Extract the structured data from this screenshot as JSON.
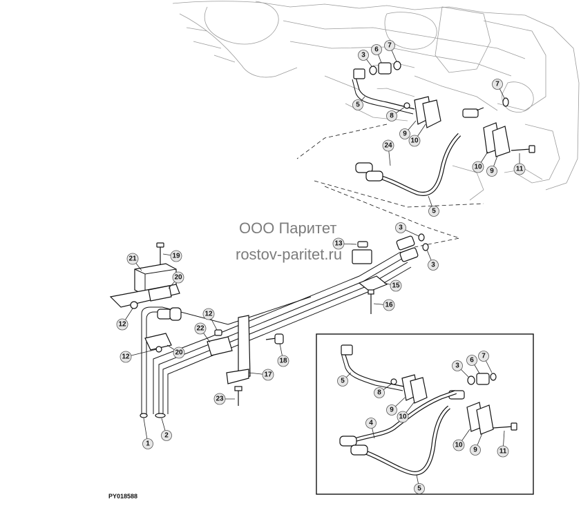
{
  "watermark": {
    "line1": "ООО Паритет",
    "line2": "rostov-paritet.ru"
  },
  "figure_reference": "PY018588",
  "callouts": {
    "c3a": "3",
    "c6a": "6",
    "c7a": "7",
    "c5a": "5",
    "c8a": "8",
    "c7b": "7",
    "c9a": "9",
    "c10a": "10",
    "c24": "24",
    "c10b": "10",
    "c9b": "9",
    "c11a": "11",
    "c5b": "5",
    "c3b": "3",
    "c13": "13",
    "c3c": "3",
    "c15": "15",
    "c16": "16",
    "c21": "21",
    "c19": "19",
    "c20a": "20",
    "c12a": "12",
    "c12b": "12",
    "c22": "22",
    "c12c": "12",
    "c20b": "20",
    "c18": "18",
    "c17": "17",
    "c23": "23",
    "c1": "1",
    "c2": "2",
    "i5a": "5",
    "i8": "8",
    "i3": "3",
    "i6": "6",
    "i7": "7",
    "i9a": "9",
    "i10a": "10",
    "i4": "4",
    "i10b": "10",
    "i9b": "9",
    "i11": "11",
    "i5b": "5"
  }
}
